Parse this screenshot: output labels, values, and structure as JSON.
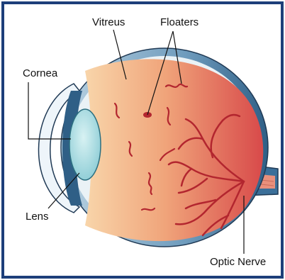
{
  "labels": {
    "vitreus": "Vitreus",
    "floaters": "Floaters",
    "cornea": "Cornea",
    "lens": "Lens",
    "optic_nerve": "Optic Nerve"
  },
  "colors": {
    "frame": "#1d3f7a",
    "sclera": "#3b6f99",
    "sclera_light": "#a9c4d8",
    "vitreous_light": "#f7cfa2",
    "vitreous_dark": "#d84c4c",
    "lens_fill": "#a7dde2",
    "vessel": "#b3262f",
    "nerve": "#e9907c"
  }
}
